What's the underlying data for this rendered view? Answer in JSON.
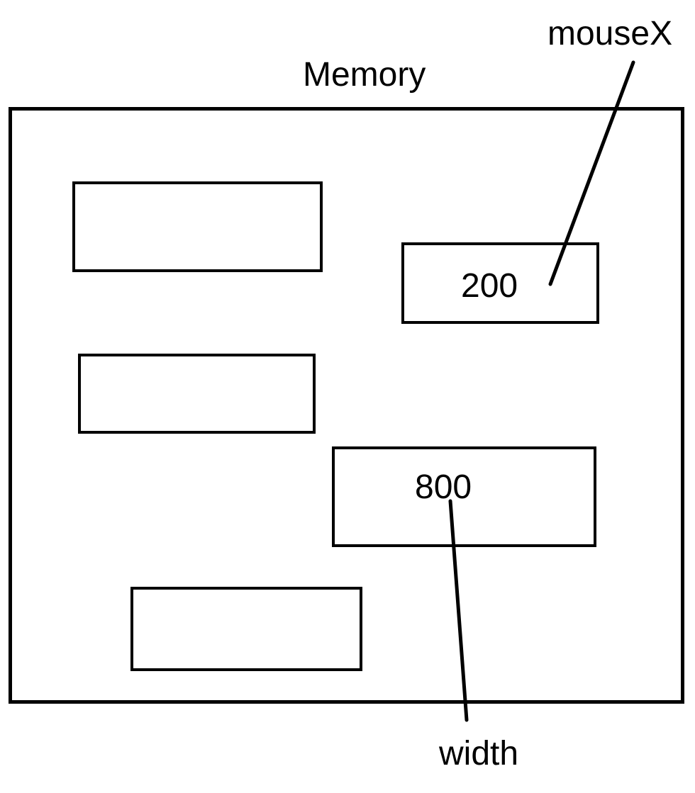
{
  "diagram": {
    "title": "Memory",
    "cells": [
      {
        "value": ""
      },
      {
        "value": "200"
      },
      {
        "value": ""
      },
      {
        "value": "800"
      },
      {
        "value": ""
      }
    ],
    "pointers": [
      {
        "name": "mouseX",
        "target_value": "200"
      },
      {
        "name": "width",
        "target_value": "800"
      }
    ]
  }
}
